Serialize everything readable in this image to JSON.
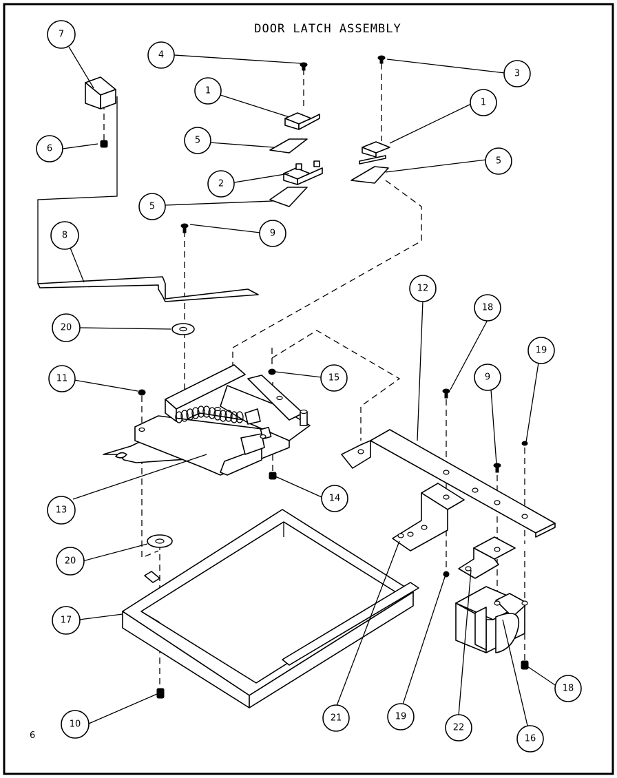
{
  "title": "DOOR LATCH ASSEMBLY",
  "page_number": "6",
  "callouts": [
    {
      "label": "7"
    },
    {
      "label": "4"
    },
    {
      "label": "3"
    },
    {
      "label": "1"
    },
    {
      "label": "1"
    },
    {
      "label": "6"
    },
    {
      "label": "5"
    },
    {
      "label": "5"
    },
    {
      "label": "2"
    },
    {
      "label": "5"
    },
    {
      "label": "9"
    },
    {
      "label": "8"
    },
    {
      "label": "12"
    },
    {
      "label": "18"
    },
    {
      "label": "19"
    },
    {
      "label": "9"
    },
    {
      "label": "20"
    },
    {
      "label": "11"
    },
    {
      "label": "15"
    },
    {
      "label": "13"
    },
    {
      "label": "14"
    },
    {
      "label": "20"
    },
    {
      "label": "17"
    },
    {
      "label": "10"
    },
    {
      "label": "21"
    },
    {
      "label": "19"
    },
    {
      "label": "22"
    },
    {
      "label": "16"
    },
    {
      "label": "18"
    }
  ]
}
